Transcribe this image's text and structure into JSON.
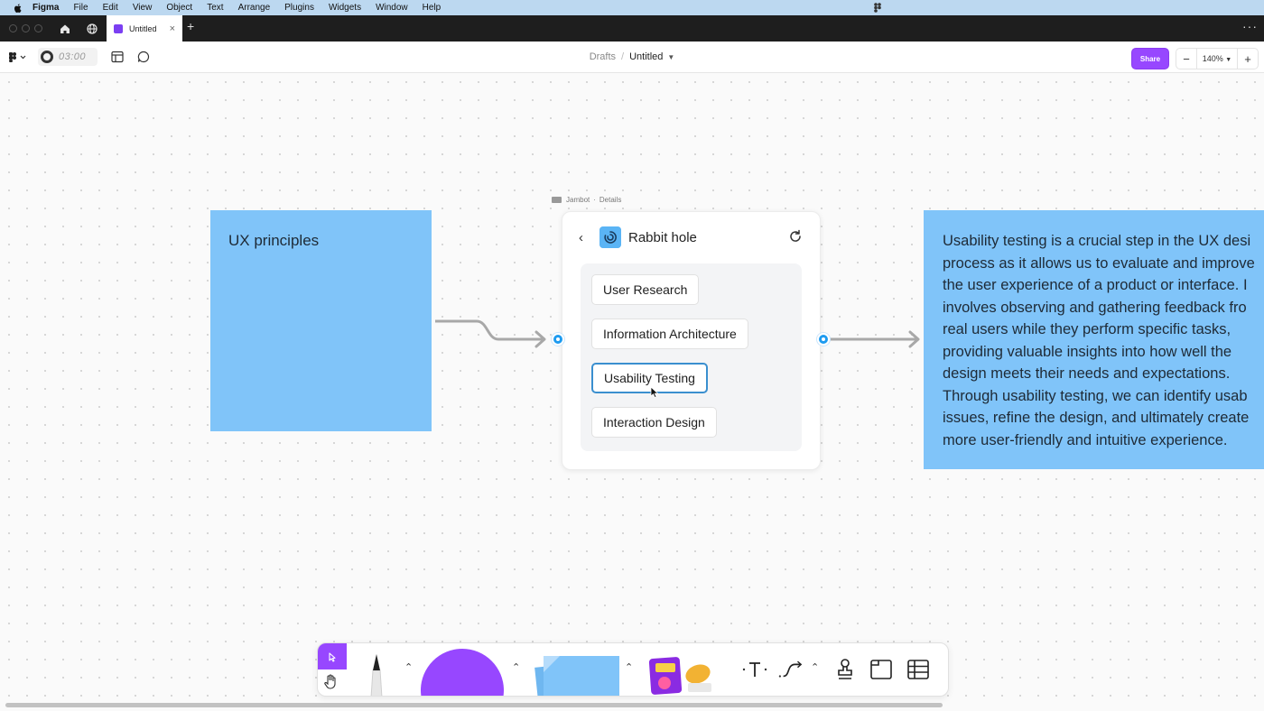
{
  "menubar": {
    "app": "Figma",
    "items": [
      "File",
      "Edit",
      "View",
      "Object",
      "Text",
      "Arrange",
      "Plugins",
      "Widgets",
      "Window",
      "Help"
    ]
  },
  "tabs": {
    "active_title": "Untitled",
    "add_label": "+",
    "more_label": "···"
  },
  "toolbar": {
    "timer": "03:00",
    "breadcrumb": {
      "parent": "Drafts",
      "separator": "/",
      "file": "Untitled"
    },
    "share_label": "Share",
    "zoom": {
      "minus": "−",
      "value": "140%",
      "plus": "+"
    }
  },
  "canvas": {
    "sticky_left": {
      "text": "UX principles"
    },
    "jambot": {
      "label": "Jambot",
      "label_sep": "·",
      "label_sub": "Details",
      "title": "Rabbit hole",
      "options": [
        "User Research",
        "Information Architecture",
        "Usability Testing",
        "Interaction Design"
      ],
      "selected_option": "Usability Testing"
    },
    "sticky_right": {
      "lines": [
        "Usability testing is a crucial step in the UX desi",
        "process as it allows us to evaluate and improve",
        "the user experience of a product or interface. I",
        "involves observing and gathering feedback fro",
        "real users while they perform specific tasks,",
        "providing valuable insights into how well the",
        "design meets their needs and expectations.",
        "Through usability testing, we can identify usab",
        "issues, refine the design, and ultimately create",
        "more user-friendly and intuitive experience."
      ]
    }
  },
  "colors": {
    "accent": "#9747ff",
    "sticky_blue": "#80c4f9",
    "connector": "#a8a8a8",
    "port": "#1d9bf0"
  }
}
